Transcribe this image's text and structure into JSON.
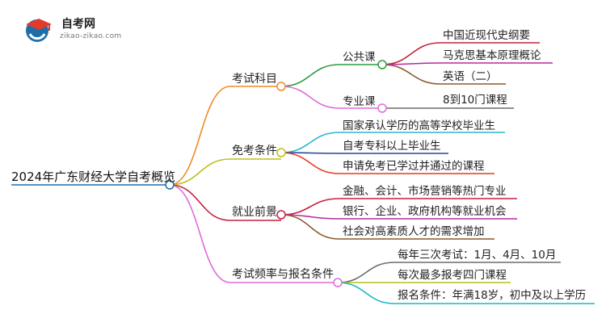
{
  "logo": {
    "title": "自考网",
    "url": "zikao-zikao.com"
  },
  "root": "2024年广东财经大学自考概览",
  "colors": {
    "root": "#1e6fa8",
    "orange": "#f08a24",
    "yellowgreen": "#b9c21a",
    "crimson": "#c4203e",
    "pink": "#e06bd6",
    "green": "#2e9a3e",
    "magenta": "#b62a9e",
    "brown": "#8a5a2b",
    "cyan": "#27b8d0",
    "navy": "#23459a",
    "red": "#e43a1f",
    "gray": "#6b6b6b",
    "teal": "#16b8c4"
  },
  "branches": [
    {
      "label": "考试科目",
      "children": [
        {
          "label": "公共课",
          "children": [
            "中国近现代史纲要",
            "马克思基本原理概论",
            "英语（二）"
          ]
        },
        {
          "label": "专业课",
          "children": [
            "8到10门课程"
          ]
        }
      ]
    },
    {
      "label": "免考条件",
      "children": [
        "国家承认学历的高等学校毕业生",
        "自考专科以上毕业生",
        "申请免考已学过并通过的课程"
      ]
    },
    {
      "label": "就业前景",
      "children": [
        "金融、会计、市场营销等热门专业",
        "银行、企业、政府机构等就业机会",
        "社会对高素质人才的需求增加"
      ]
    },
    {
      "label": "考试频率与报名条件",
      "children": [
        "每年三次考试：1月、4月、10月",
        "每次最多报考四门课程",
        "报名条件：年满18岁，初中及以上学历"
      ]
    }
  ]
}
